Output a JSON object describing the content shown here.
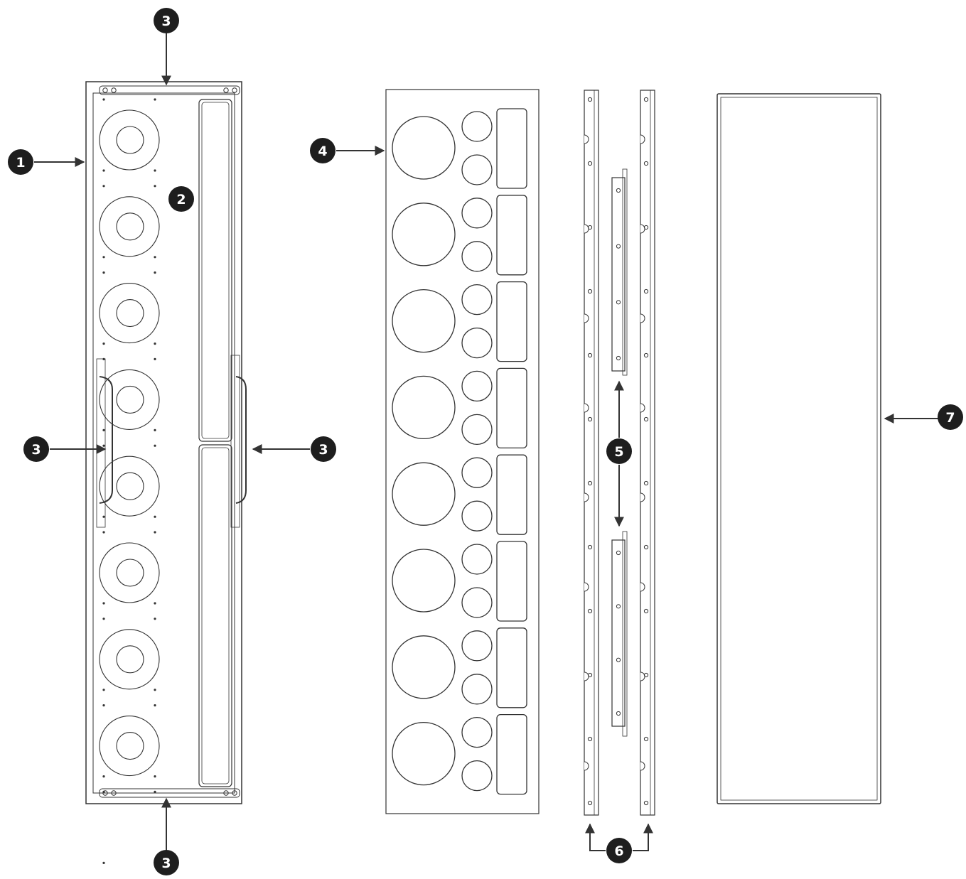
{
  "diagram": {
    "colors": {
      "line": "#333333",
      "callout_fill": "#1e1e1e",
      "callout_text": "#ffffff",
      "background": "#ffffff"
    },
    "callouts": [
      {
        "id": "1",
        "label": "1"
      },
      {
        "id": "2",
        "label": "2"
      },
      {
        "id": "3-top",
        "label": "3"
      },
      {
        "id": "3-left",
        "label": "3"
      },
      {
        "id": "3-right",
        "label": "3"
      },
      {
        "id": "3-bottom",
        "label": "3"
      },
      {
        "id": "4",
        "label": "4"
      },
      {
        "id": "5",
        "label": "5"
      },
      {
        "id": "6",
        "label": "6"
      },
      {
        "id": "7",
        "label": "7"
      }
    ],
    "components": {
      "speaker_cabinet": {
        "woofer_count": 8,
        "tweeter_panel_count": 2,
        "handle_count": 4
      },
      "grille_mask": {
        "large_cutout_count": 8,
        "small_cutout_count": 16,
        "slot_cutout_count": 8
      },
      "side_rails": {
        "rail_count": 2
      },
      "brackets": {
        "bracket_count": 2
      },
      "grille_frame": {
        "panel_count": 1
      }
    }
  }
}
